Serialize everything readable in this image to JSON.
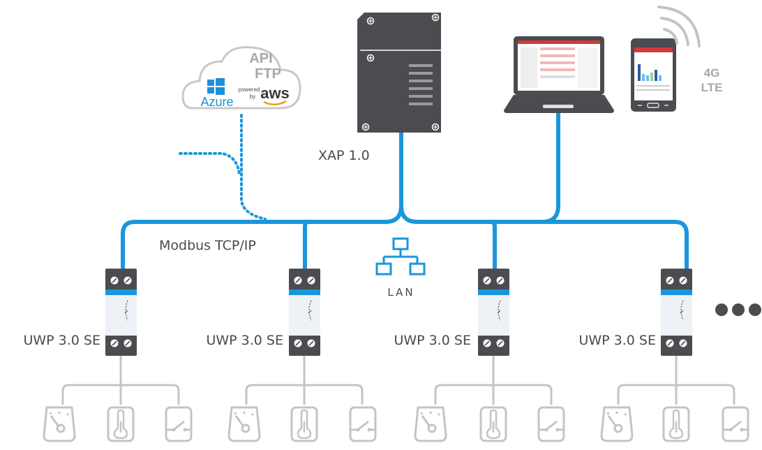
{
  "gateway": {
    "label": "XAP 1.0"
  },
  "cloud": {
    "line1": "API",
    "line2": "FTP",
    "azure": "Azure",
    "aws_powered": "powered",
    "aws_by": "by",
    "aws": "aws"
  },
  "mobile": {
    "network_line1": "4G",
    "network_line2": "LTE"
  },
  "bus": {
    "label": "Modbus TCP/IP"
  },
  "lan": {
    "label": "LAN"
  },
  "modules": [
    {
      "label": "UWP 3.0 SE"
    },
    {
      "label": "UWP 3.0 SE"
    },
    {
      "label": "UWP 3.0 SE"
    },
    {
      "label": "UWP 3.0 SE"
    }
  ],
  "sensor_types": [
    "gauge-icon",
    "thermometer-icon",
    "switch-icon"
  ],
  "colors": {
    "network_line": "#1a96dd",
    "device_dark": "#4a4c50",
    "sensor_gray": "#c4c4c4",
    "text": "#4a4a4a",
    "cloud_text": "#a8a8a8",
    "azure": "#1f8fd9",
    "aws_orange": "#f39a1e"
  }
}
